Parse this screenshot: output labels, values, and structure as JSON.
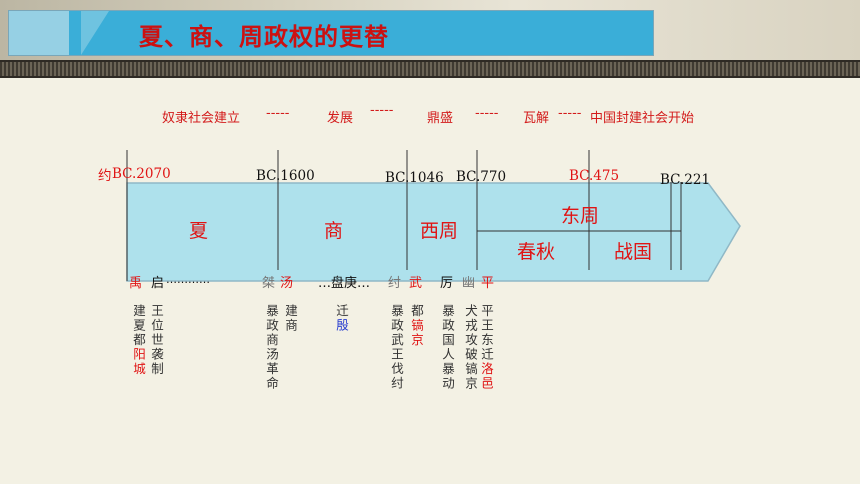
{
  "header": {
    "title": "夏、商、周政权的更替"
  },
  "phases": {
    "p1": "奴隶社会建立",
    "d1": "-----",
    "p2": "发展",
    "d2": "-----",
    "p3": "鼎盛",
    "d3": "-----",
    "p4": "瓦解",
    "d4": "-----",
    "p5": "中国封建社会开始"
  },
  "years": {
    "yue": "约",
    "bc2070": "BC.2070",
    "bc1600": "BC.1600",
    "bc1046": "BC.1046",
    "bc770": "BC.770",
    "bc475": "BC.475",
    "bc221": "BC.221"
  },
  "eras": {
    "xia": "夏",
    "shang": "商",
    "xizhou": "西周",
    "dongzhou": "东周",
    "chunqiu": "春秋",
    "zhanguo": "战国"
  },
  "rulers": {
    "yu": "禹",
    "qi": "启",
    "qi_dots": "…………",
    "jie": "桀",
    "tang": "汤",
    "pangeng": "…盘庚…",
    "zhou": "纣",
    "wu": "武",
    "li": "厉",
    "you": "幽",
    "ping": "平"
  },
  "notes": {
    "yu_a": "建夏",
    "yu_b": "都",
    "yu_c": "阳城",
    "qi_a": "王位",
    "qi_b": "世袭制",
    "jie_a": "暴政",
    "jie_b": "商汤革命",
    "tang_a": "建商",
    "pangeng_a": "迁",
    "pangeng_b": "殷",
    "zhou_a": "暴政",
    "zhou_b": "武王伐纣",
    "wu_a": "都",
    "wu_b": "镐京",
    "li_a": "暴政",
    "li_b": "国人暴动",
    "you_a": "犬戎攻破镐京",
    "ping_a": "平王东迁",
    "ping_b": "洛邑"
  },
  "colors": {
    "accent_red": "#e01414",
    "arrow_fill": "#aee1ec",
    "title_bar": "#3aaed8"
  }
}
